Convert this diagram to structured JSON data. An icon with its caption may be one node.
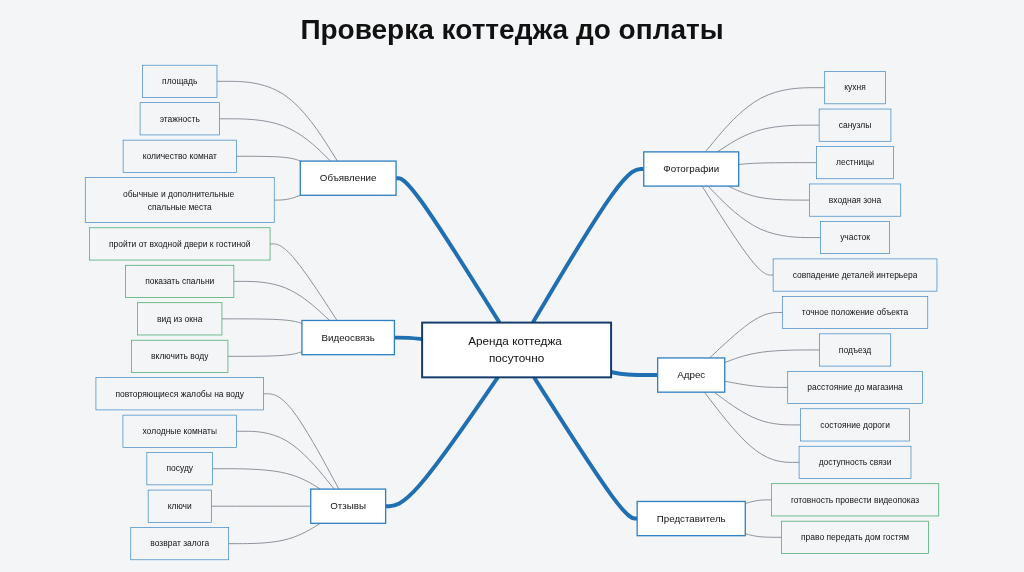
{
  "diagram": {
    "title": "Проверка коттеджа до оплаты",
    "nodes": [
      {
        "text": [
          "Аренда коттеджа посуточно"
        ]
      },
      {
        "text": [
          "Объявление"
        ]
      },
      {
        "text": [
          "площадь"
        ]
      },
      {
        "text": [
          "этажность"
        ]
      },
      {
        "text": [
          "количество комнат"
        ]
      },
      {
        "text": [
          "обычные и дополнительные спальные места"
        ]
      },
      {
        "text": [
          "Видеосвязь"
        ]
      },
      {
        "text": [
          "пройти от входной двери к гостиной"
        ]
      },
      {
        "text": [
          "показать спальни"
        ]
      },
      {
        "text": [
          "вид из окна"
        ]
      },
      {
        "text": [
          "включить воду"
        ]
      },
      {
        "text": [
          "Отзывы"
        ]
      },
      {
        "text": [
          "повторяющиеся жалобы на воду"
        ]
      },
      {
        "text": [
          "холодные комнаты"
        ]
      },
      {
        "text": [
          "посуду"
        ]
      },
      {
        "text": [
          "ключи"
        ]
      },
      {
        "text": [
          "возврат залога"
        ]
      },
      {
        "text": [
          "Фотографии"
        ]
      },
      {
        "text": [
          "кухня"
        ]
      },
      {
        "text": [
          "санузлы"
        ]
      },
      {
        "text": [
          "лестницы"
        ]
      },
      {
        "text": [
          "входная зона"
        ]
      },
      {
        "text": [
          "участок"
        ]
      },
      {
        "text": [
          "совпадение деталей интерьера"
        ]
      },
      {
        "text": [
          "Адрес"
        ]
      },
      {
        "text": [
          "точное положение объекта"
        ]
      },
      {
        "text": [
          "подъезд"
        ]
      },
      {
        "text": [
          "расстояние до магазина"
        ]
      },
      {
        "text": [
          "состояние дороги"
        ]
      },
      {
        "text": [
          "доступность связи"
        ]
      },
      {
        "text": [
          "Представитель"
        ]
      },
      {
        "text": [
          "готовность провести видеопоказ"
        ]
      },
      {
        "text": [
          "право передать дом гостям"
        ]
      }
    ],
    "edges": [
      {
        "from": 0,
        "to": 1,
        "arrow": "none",
        "style": "thick",
        "color": "#1f6fb2"
      },
      {
        "from": 1,
        "to": 2,
        "arrow": "none"
      },
      {
        "from": 1,
        "to": 3,
        "arrow": "none"
      },
      {
        "from": 1,
        "to": 4,
        "arrow": "none"
      },
      {
        "from": 1,
        "to": 5,
        "arrow": "none"
      },
      {
        "from": 0,
        "to": 6,
        "arrow": "none",
        "style": "thick",
        "color": "#1f6fb2"
      },
      {
        "from": 6,
        "to": 7,
        "arrow": "none"
      },
      {
        "from": 6,
        "to": 8,
        "arrow": "none"
      },
      {
        "from": 6,
        "to": 9,
        "arrow": "none"
      },
      {
        "from": 6,
        "to": 10,
        "arrow": "none"
      },
      {
        "from": 0,
        "to": 11,
        "arrow": "none",
        "style": "thick",
        "color": "#1f6fb2"
      },
      {
        "from": 11,
        "to": 12,
        "arrow": "none"
      },
      {
        "from": 11,
        "to": 13,
        "arrow": "none"
      },
      {
        "from": 11,
        "to": 14,
        "arrow": "none"
      },
      {
        "from": 11,
        "to": 15,
        "arrow": "none"
      },
      {
        "from": 11,
        "to": 16,
        "arrow": "none"
      },
      {
        "from": 0,
        "to": 17,
        "arrow": "none",
        "style": "thick",
        "color": "#1f6fb2"
      },
      {
        "from": 17,
        "to": 18,
        "arrow": "none"
      },
      {
        "from": 17,
        "to": 19,
        "arrow": "none"
      },
      {
        "from": 17,
        "to": 20,
        "arrow": "none"
      },
      {
        "from": 17,
        "to": 21,
        "arrow": "none"
      },
      {
        "from": 17,
        "to": 22,
        "arrow": "none"
      },
      {
        "from": 17,
        "to": 23,
        "arrow": "none"
      },
      {
        "from": 0,
        "to": 24,
        "arrow": "none",
        "style": "thick",
        "color": "#1f6fb2"
      },
      {
        "from": 24,
        "to": 25,
        "arrow": "none"
      },
      {
        "from": 24,
        "to": 26,
        "arrow": "none"
      },
      {
        "from": 24,
        "to": 27,
        "arrow": "none"
      },
      {
        "from": 24,
        "to": 28,
        "arrow": "none"
      },
      {
        "from": 24,
        "to": 29,
        "arrow": "none"
      },
      {
        "from": 0,
        "to": 30,
        "arrow": "none",
        "style": "thick",
        "color": "#1f6fb2"
      },
      {
        "from": 30,
        "to": 31,
        "arrow": "none"
      },
      {
        "from": 30,
        "to": 32,
        "arrow": "none"
      }
    ]
  }
}
